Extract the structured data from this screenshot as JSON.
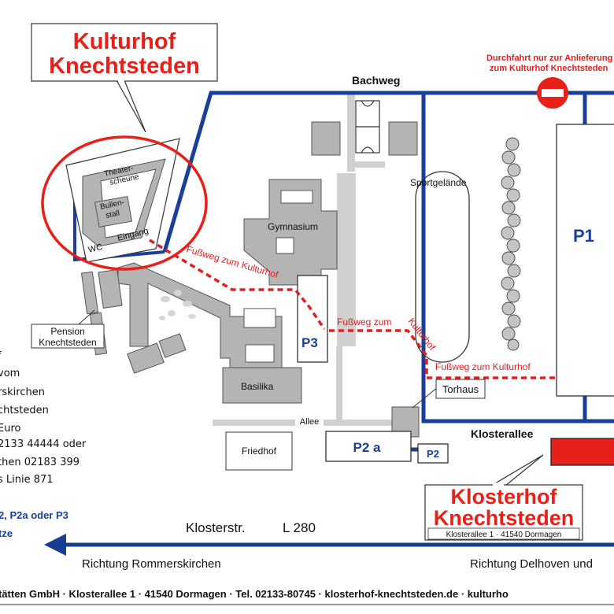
{
  "colors": {
    "route_blue": "#1a3f9a",
    "building_gray": "#b4b4b4",
    "building_stroke": "#555555",
    "path_gray": "#c8c8c8",
    "footpath_red": "#e02020",
    "highlight_red": "#e8201a",
    "dark_arrow": "#163d8f"
  },
  "callouts": {
    "kulturhof_line1": "Kulturhof",
    "kulturhof_line2": "Knechtsteden",
    "klosterhof_line1": "Klosterhof",
    "klosterhof_line2": "Knechtsteden",
    "klosterhof_address": "Klosterallee 1 · 41540 Dormagen"
  },
  "access_notice": {
    "line1": "Durchfahrt nur zur Anlieferung",
    "line2": "zum Kulturhof Knechtsteden"
  },
  "roads": {
    "bachweg": "Bachweg",
    "klosterallee": "Klosterallee",
    "klosterstr": "Klosterstr.",
    "l280": "L 280",
    "allee": "Allee"
  },
  "directions": {
    "left": "Richtung Rommerskirchen",
    "right": "Richtung Delhoven und"
  },
  "places": {
    "sportgelaende": "Sportgelände",
    "gymnasium": "Gymnasium",
    "basilika": "Basilika",
    "friedhof": "Friedhof",
    "torhaus": "Torhaus",
    "pension_line1": "Pension",
    "pension_line2": "Knechtsteden",
    "theater_line1": "Theater-",
    "theater_line2": "scheune",
    "bullen_line1": "Bullen-",
    "bullen_line2": "stall",
    "eingang": "Eingang",
    "wc": "WC"
  },
  "parking": {
    "p1": "P1",
    "p2": "P2",
    "p2a": "P2 a",
    "p3": "P3"
  },
  "footpaths": {
    "label_1": "Fußweg zum Kulturhof",
    "label_2a": "Fußweg zum",
    "label_2b": "Kulturhof",
    "label_3": "Fußweg zum Kulturhof"
  },
  "info_text": {
    "lines": [
      "f",
      "vom",
      "rskirchen",
      "chtsteden",
      "Euro",
      "2133 44444 oder",
      "then 02183 399",
      "s Linie 871"
    ],
    "parking_line1": "2, P2a oder P3",
    "parking_line2": "tze"
  },
  "footer": "tätten GmbH · Klosterallee 1 · 41540 Dormagen · Tel. 02133-80745 · klosterhof-knechtsteden.de · kulturho"
}
